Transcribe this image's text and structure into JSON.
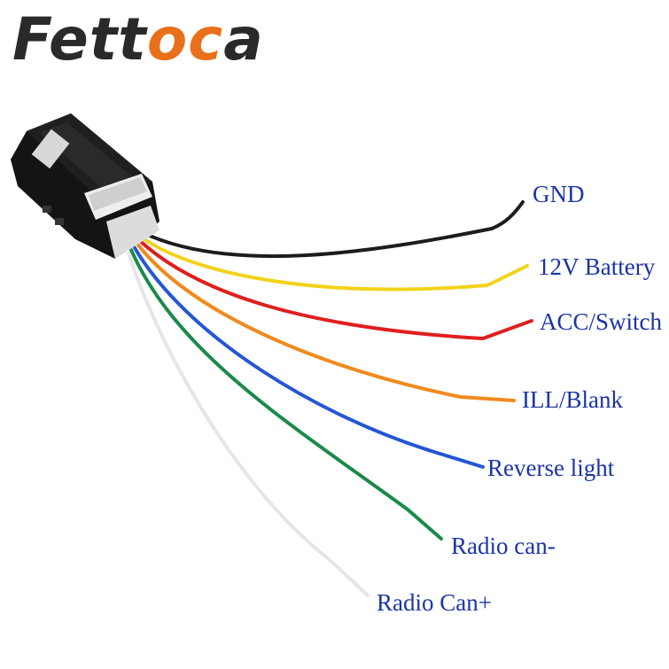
{
  "brand": {
    "part1": "Fett",
    "part2": "oc",
    "part3": "a",
    "accent_color": "#e8701a"
  },
  "wires": [
    {
      "label": "GND",
      "color": "#1c1c1c"
    },
    {
      "label": "12V Battery",
      "color": "#f2d31a"
    },
    {
      "label": "ACC/Switch",
      "color": "#e01e1e"
    },
    {
      "label": "ILL/Blank",
      "color": "#f08a1e"
    },
    {
      "label": "Reverse light",
      "color": "#2456d6"
    },
    {
      "label": "Radio can-",
      "color": "#1a8a4a"
    },
    {
      "label": "Radio Can+",
      "color": "#e6e6e6"
    }
  ],
  "label_color": "#1a34a8"
}
